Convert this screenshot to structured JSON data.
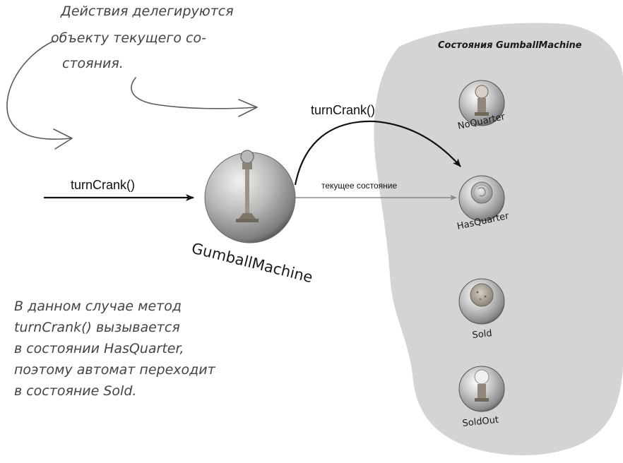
{
  "note_top": {
    "lines": [
      "Действия делегируются",
      "объекту текущего со-",
      "стояния."
    ]
  },
  "note_bottom": {
    "lines": [
      "В данном случае метод",
      "turnCrank() вызывается",
      "в состоянии HasQuarter,",
      "поэтому автомат переходит",
      "в состояние Sold."
    ]
  },
  "incoming_call": {
    "label": "turnCrank()"
  },
  "delegated_call": {
    "label": "turnCrank()"
  },
  "current_state_link": {
    "label": "текущее состояние"
  },
  "machine": {
    "name": "GumballMachine"
  },
  "states_panel": {
    "title": "Состояния GumballMachine",
    "states": [
      {
        "name": "NoQuarter",
        "icon": "gumball-machine-icon"
      },
      {
        "name": "HasQuarter",
        "icon": "quarter-coin-icon"
      },
      {
        "name": "Sold",
        "icon": "gumball-icon"
      },
      {
        "name": "SoldOut",
        "icon": "empty-machine-icon"
      }
    ]
  },
  "colors": {
    "panel": "#d4d4d4",
    "ink": "#4a4a4a",
    "arrow": "#111111",
    "link": "#8a8a8a"
  }
}
